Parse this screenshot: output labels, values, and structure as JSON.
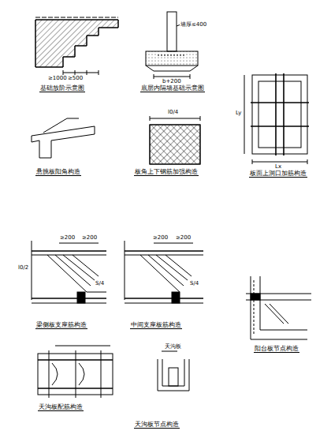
{
  "diagram": {
    "labels": [
      "基础放阶示意图",
      "≥500",
      "≥1000",
      "底层内隔墙基础示意图",
      "b+200",
      "墙厚≤400",
      "板面上洞口加筋构造",
      "Lx",
      "Ly",
      "悬挑板阳角构造",
      "板角上下钢筋加强构造",
      "l0/4",
      "梁侧板支座筋构造",
      "≥200",
      "≥200",
      "l0/2",
      "S/4",
      "中间支座板筋构造",
      "≥200",
      "≥200",
      "S/4",
      "阳台板节点构造",
      "天沟板配筋构造",
      "天沟板",
      "天沟板节点构造"
    ]
  }
}
